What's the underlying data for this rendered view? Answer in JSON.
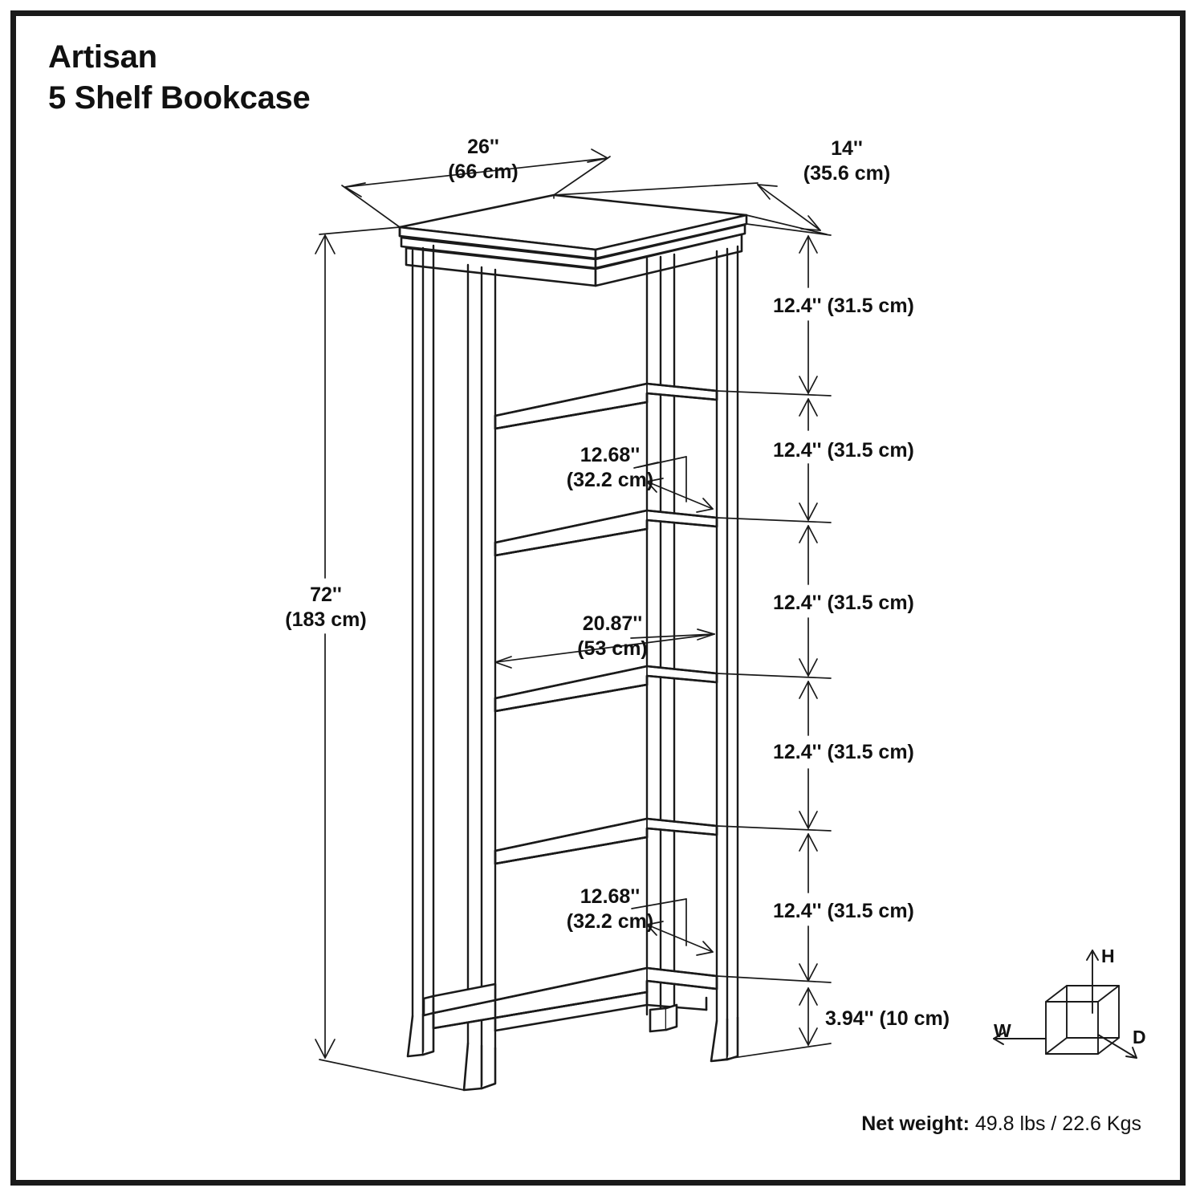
{
  "product": {
    "brand_line": "Artisan",
    "name_line": "5 Shelf Bookcase"
  },
  "dimensions": {
    "width_top": "26''\n(66 cm)",
    "width_top_in": "26''",
    "width_top_cm": "(66 cm)",
    "depth_top_in": "14''",
    "depth_top_cm": "(35.6 cm)",
    "overall_height_in": "72''",
    "overall_height_cm": "(183 cm)",
    "shelf_gap_1": "12.4'' (31.5 cm)",
    "shelf_gap_2": "12.4'' (31.5 cm)",
    "shelf_gap_3": "12.4'' (31.5 cm)",
    "shelf_gap_4": "12.4'' (31.5 cm)",
    "shelf_gap_5": "12.4'' (31.5 cm)",
    "bottom_clearance": "3.94'' (10 cm)",
    "interior_depth_upper_in": "12.68''",
    "interior_depth_upper_cm": "(32.2 cm)",
    "interior_width_in": "20.87''",
    "interior_width_cm": "(53 cm)",
    "interior_depth_lower_in": "12.68''",
    "interior_depth_lower_cm": "(32.2 cm)"
  },
  "legend": {
    "height_axis": "H",
    "width_axis": "W",
    "depth_axis": "D"
  },
  "net_weight": {
    "label": "Net weight:",
    "value": "49.8 lbs / 22.6 Kgs"
  },
  "colors": {
    "line": "#1a1a1a",
    "text": "#111111",
    "background": "#ffffff",
    "border": "#1a1a1a"
  }
}
